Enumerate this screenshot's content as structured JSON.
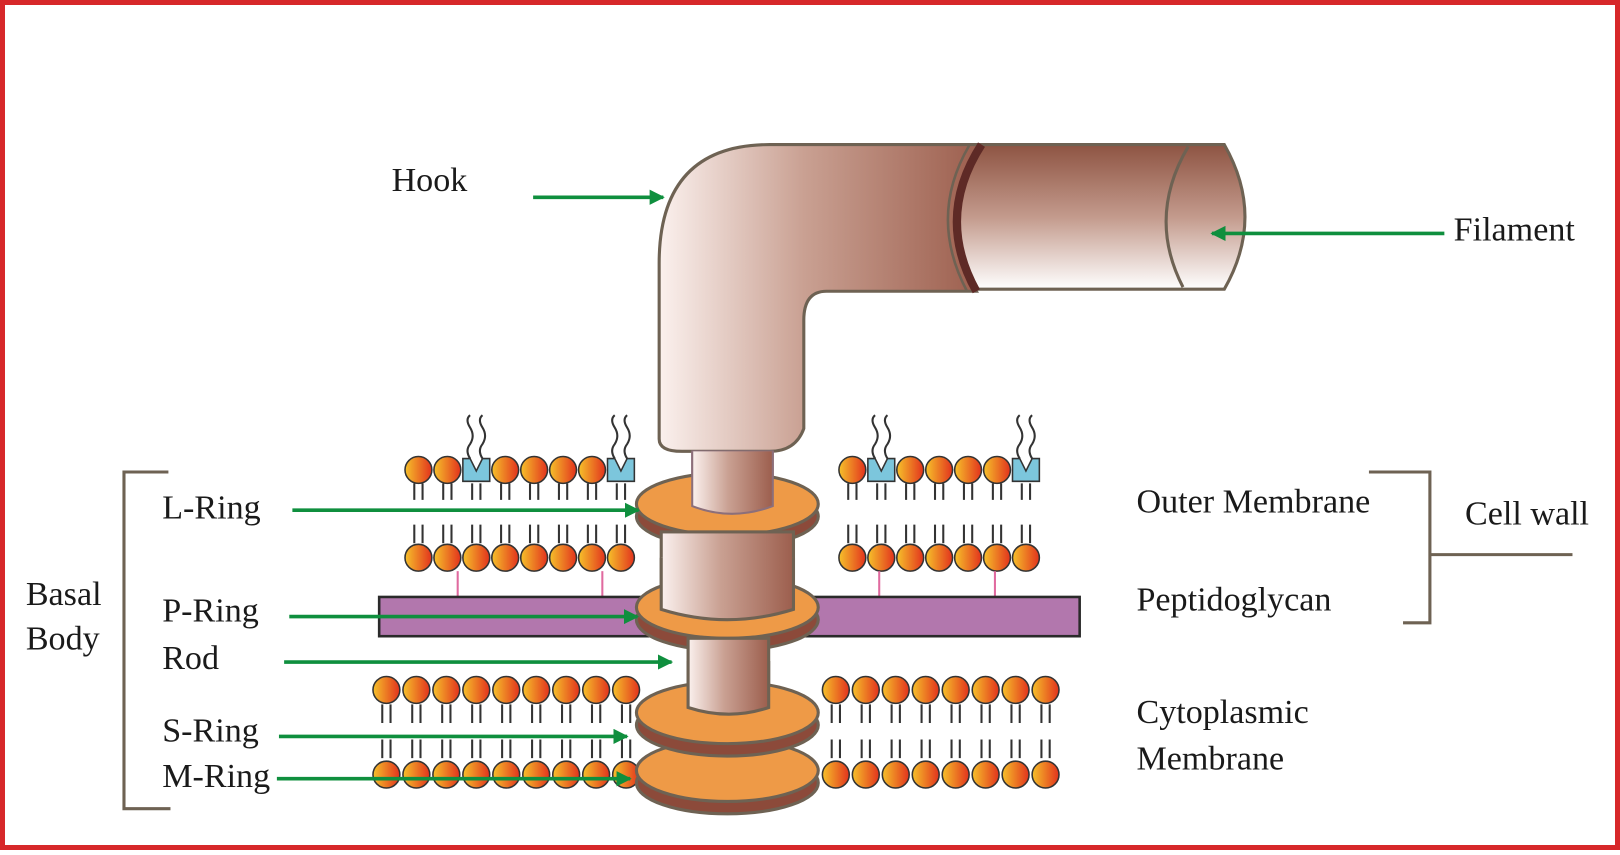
{
  "title": "Bacterial flagellum structure",
  "colors": {
    "frame": "#d7282a",
    "arrow": "#0f8f3e",
    "bracket": "#6e6253",
    "ring": "#ee9a47",
    "ring_edge": "#7a5a46",
    "shaft_light": "#fbf1ee",
    "shaft_dark": "#9c5e4d",
    "peptidoglycan": "#b277ad",
    "lipid_head_a": "#f6c12a",
    "lipid_head_b": "#e2321d",
    "lps_core": "#7cc6dc",
    "crosslink": "#e06a9f"
  },
  "labels": {
    "hook": "Hook",
    "filament": "Filament",
    "l_ring": "L-Ring",
    "p_ring": "P-Ring",
    "rod": "Rod",
    "s_ring": "S-Ring",
    "m_ring": "M-Ring",
    "basal_body_line1": "Basal",
    "basal_body_line2": "Body",
    "outer_membrane": "Outer Membrane",
    "peptidoglycan": "Peptidoglycan",
    "cytoplasmic_line1": "Cytoplasmic",
    "cytoplasmic_line2": "Membrane",
    "cell_wall": "Cell wall"
  },
  "icons": {
    "arrow": "right-arrow",
    "lipid": "phospholipid-head",
    "lps": "lipopolysaccharide-core"
  }
}
